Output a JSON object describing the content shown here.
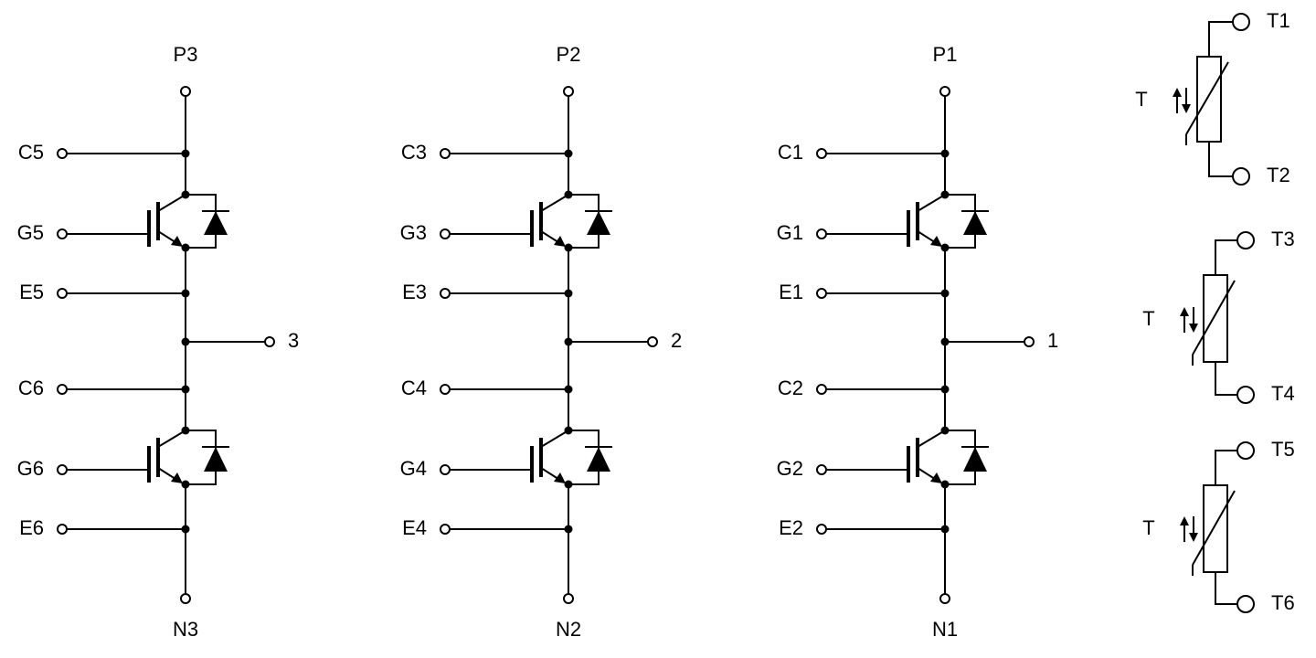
{
  "half_bridges": [
    {
      "top_terminal": "P3",
      "bottom_terminal": "N3",
      "output_terminal": "3",
      "upper_switch": {
        "collector": "C5",
        "gate": "G5",
        "emitter": "E5"
      },
      "lower_switch": {
        "collector": "C6",
        "gate": "G6",
        "emitter": "E6"
      }
    },
    {
      "top_terminal": "P2",
      "bottom_terminal": "N2",
      "output_terminal": "2",
      "upper_switch": {
        "collector": "C3",
        "gate": "G3",
        "emitter": "E3"
      },
      "lower_switch": {
        "collector": "C4",
        "gate": "G4",
        "emitter": "E4"
      }
    },
    {
      "top_terminal": "P1",
      "bottom_terminal": "N1",
      "output_terminal": "1",
      "upper_switch": {
        "collector": "C1",
        "gate": "G1",
        "emitter": "E1"
      },
      "lower_switch": {
        "collector": "C2",
        "gate": "G2",
        "emitter": "E2"
      }
    }
  ],
  "thermistors": [
    {
      "symbol_label": "T",
      "terminal_top": "T1",
      "terminal_bottom": "T2"
    },
    {
      "symbol_label": "T",
      "terminal_top": "T3",
      "terminal_bottom": "T4"
    },
    {
      "symbol_label": "T",
      "terminal_top": "T5",
      "terminal_bottom": "T6"
    }
  ]
}
